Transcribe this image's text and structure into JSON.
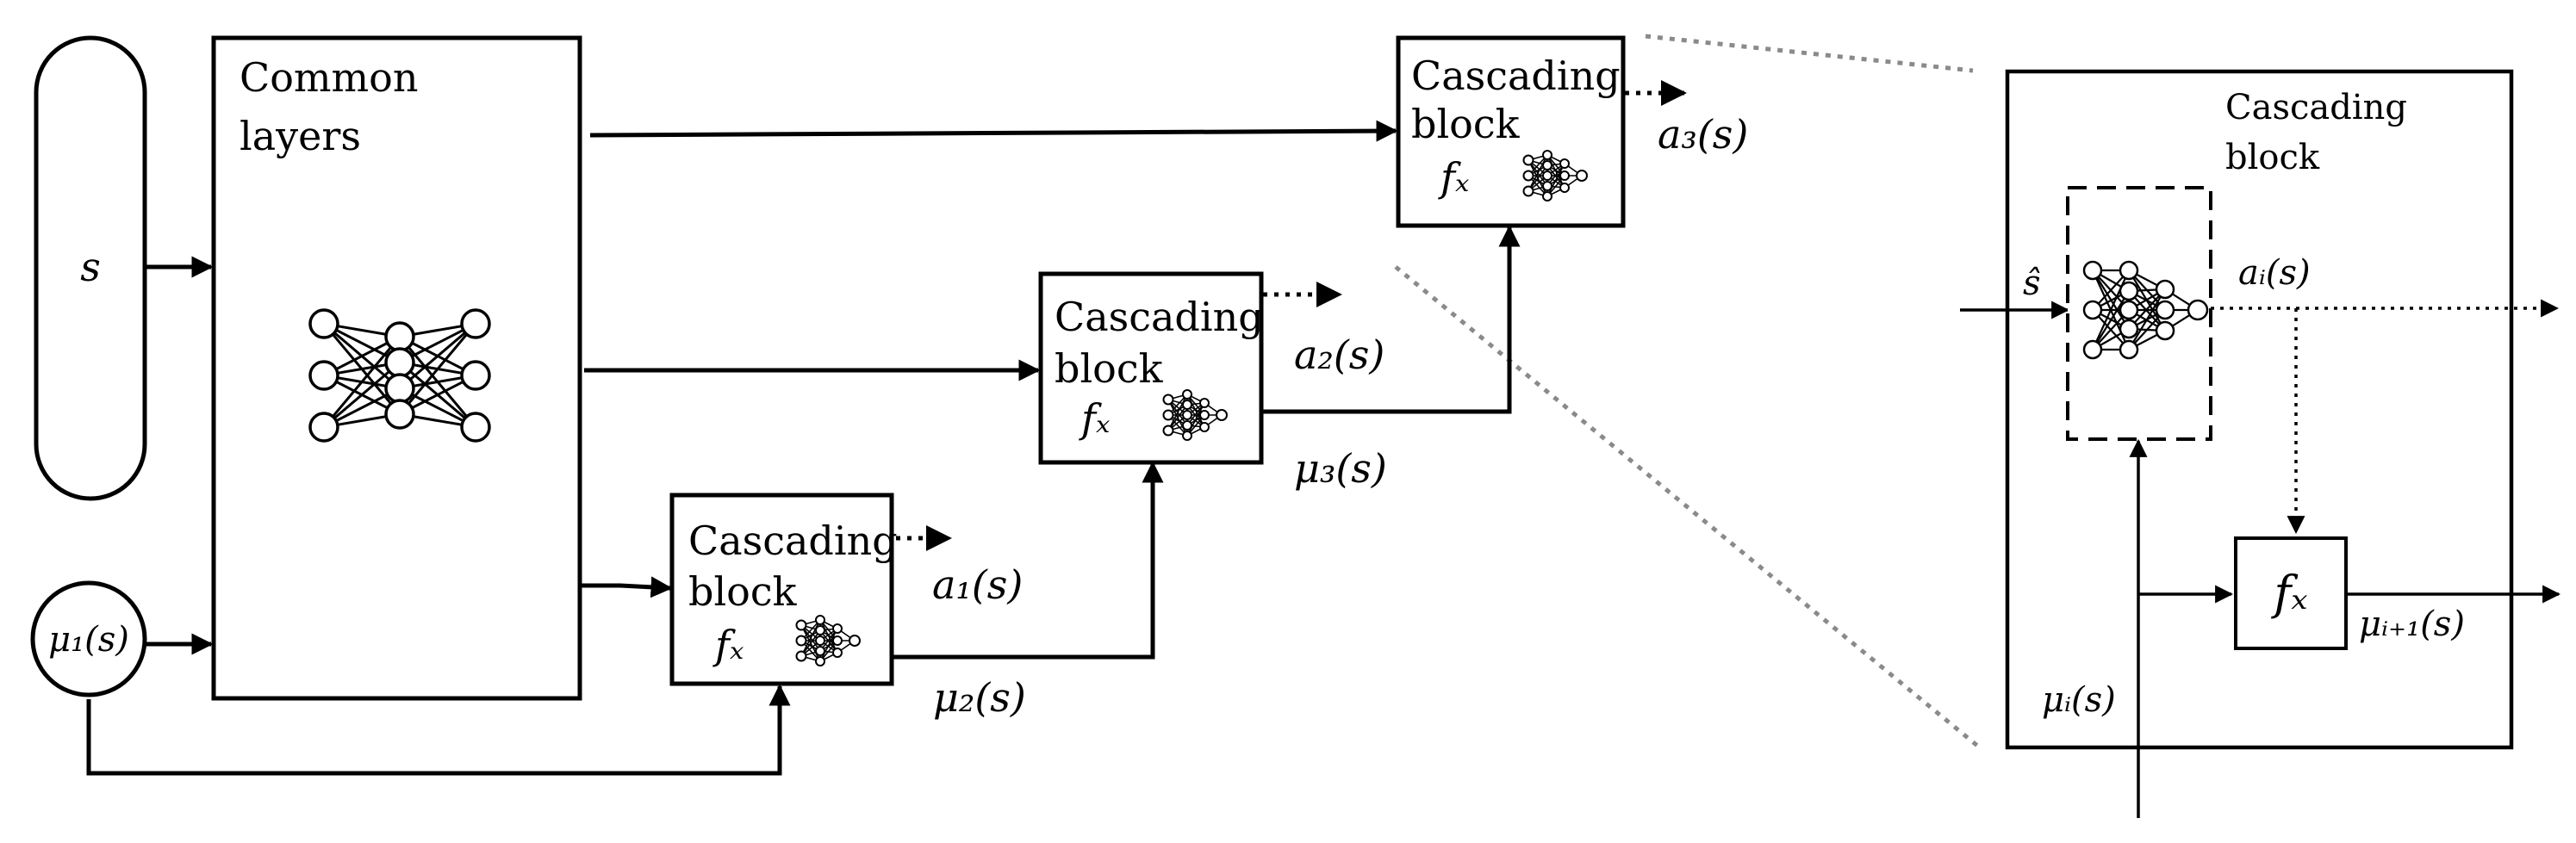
{
  "input_state": {
    "label": "s"
  },
  "input_mu1": {
    "label": "μ₁(s)"
  },
  "common_layers": {
    "line1": "Common",
    "line2": "layers"
  },
  "cascade_blocks": [
    {
      "line1": "Cascading",
      "line2": "block",
      "fx": "fₓ",
      "out_action": "a₁(s)",
      "out_mu": "μ₂(s)"
    },
    {
      "line1": "Cascading",
      "line2": "block",
      "fx": "fₓ",
      "out_action": "a₂(s)",
      "out_mu": "μ₃(s)"
    },
    {
      "line1": "Cascading",
      "line2": "block",
      "fx": "fₓ",
      "out_action": "a₃(s)"
    }
  ],
  "detail_view": {
    "title_line1": "Cascading",
    "title_line2": "block",
    "input_label": "ŝ",
    "action_label": "aᵢ(s)",
    "mu_in_label": "μᵢ(s)",
    "fx_label": "fₓ",
    "mu_out_label": "μᵢ₊₁(s)"
  }
}
